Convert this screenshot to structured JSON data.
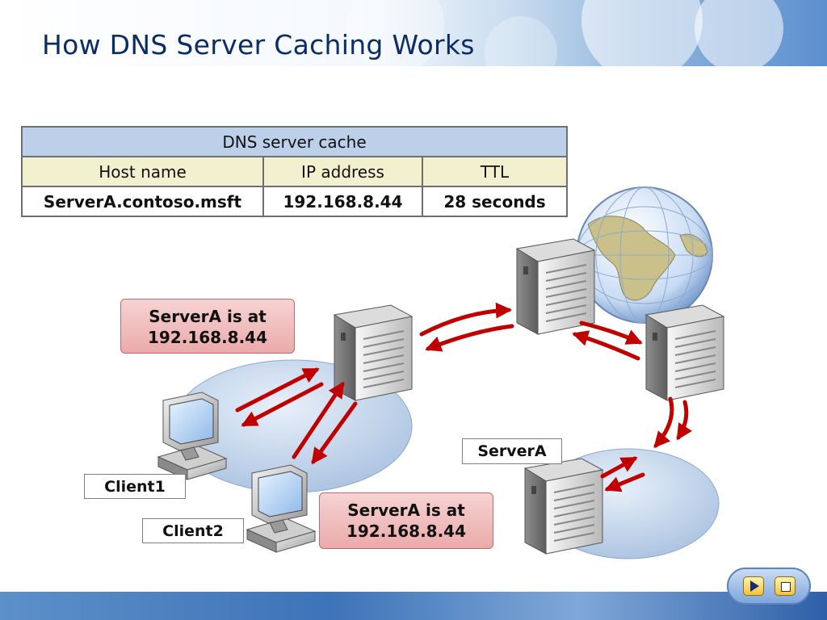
{
  "slide": {
    "title": "How DNS Server Caching Works"
  },
  "cache_table": {
    "caption": "DNS server cache",
    "headers": [
      "Host name",
      "IP address",
      "TTL"
    ],
    "row": [
      "ServerA.contoso.msft",
      "192.168.8.44",
      "28 seconds"
    ]
  },
  "callouts": {
    "upper": {
      "line1": "ServerA is at",
      "line2": "192.168.8.44"
    },
    "lower": {
      "line1": "ServerA is at",
      "line2": "192.168.8.44"
    }
  },
  "labels": {
    "client1": "Client1",
    "client2": "Client2",
    "servera": "ServerA"
  },
  "colors": {
    "arrow": "#c00000",
    "table_caption_bg": "#bcd0ea",
    "table_header_bg": "#f2f1cf",
    "callout_bg": "#f0bcbc"
  },
  "icons": [
    "globe-icon",
    "server-icon",
    "computer-icon",
    "play-icon",
    "stop-icon"
  ]
}
